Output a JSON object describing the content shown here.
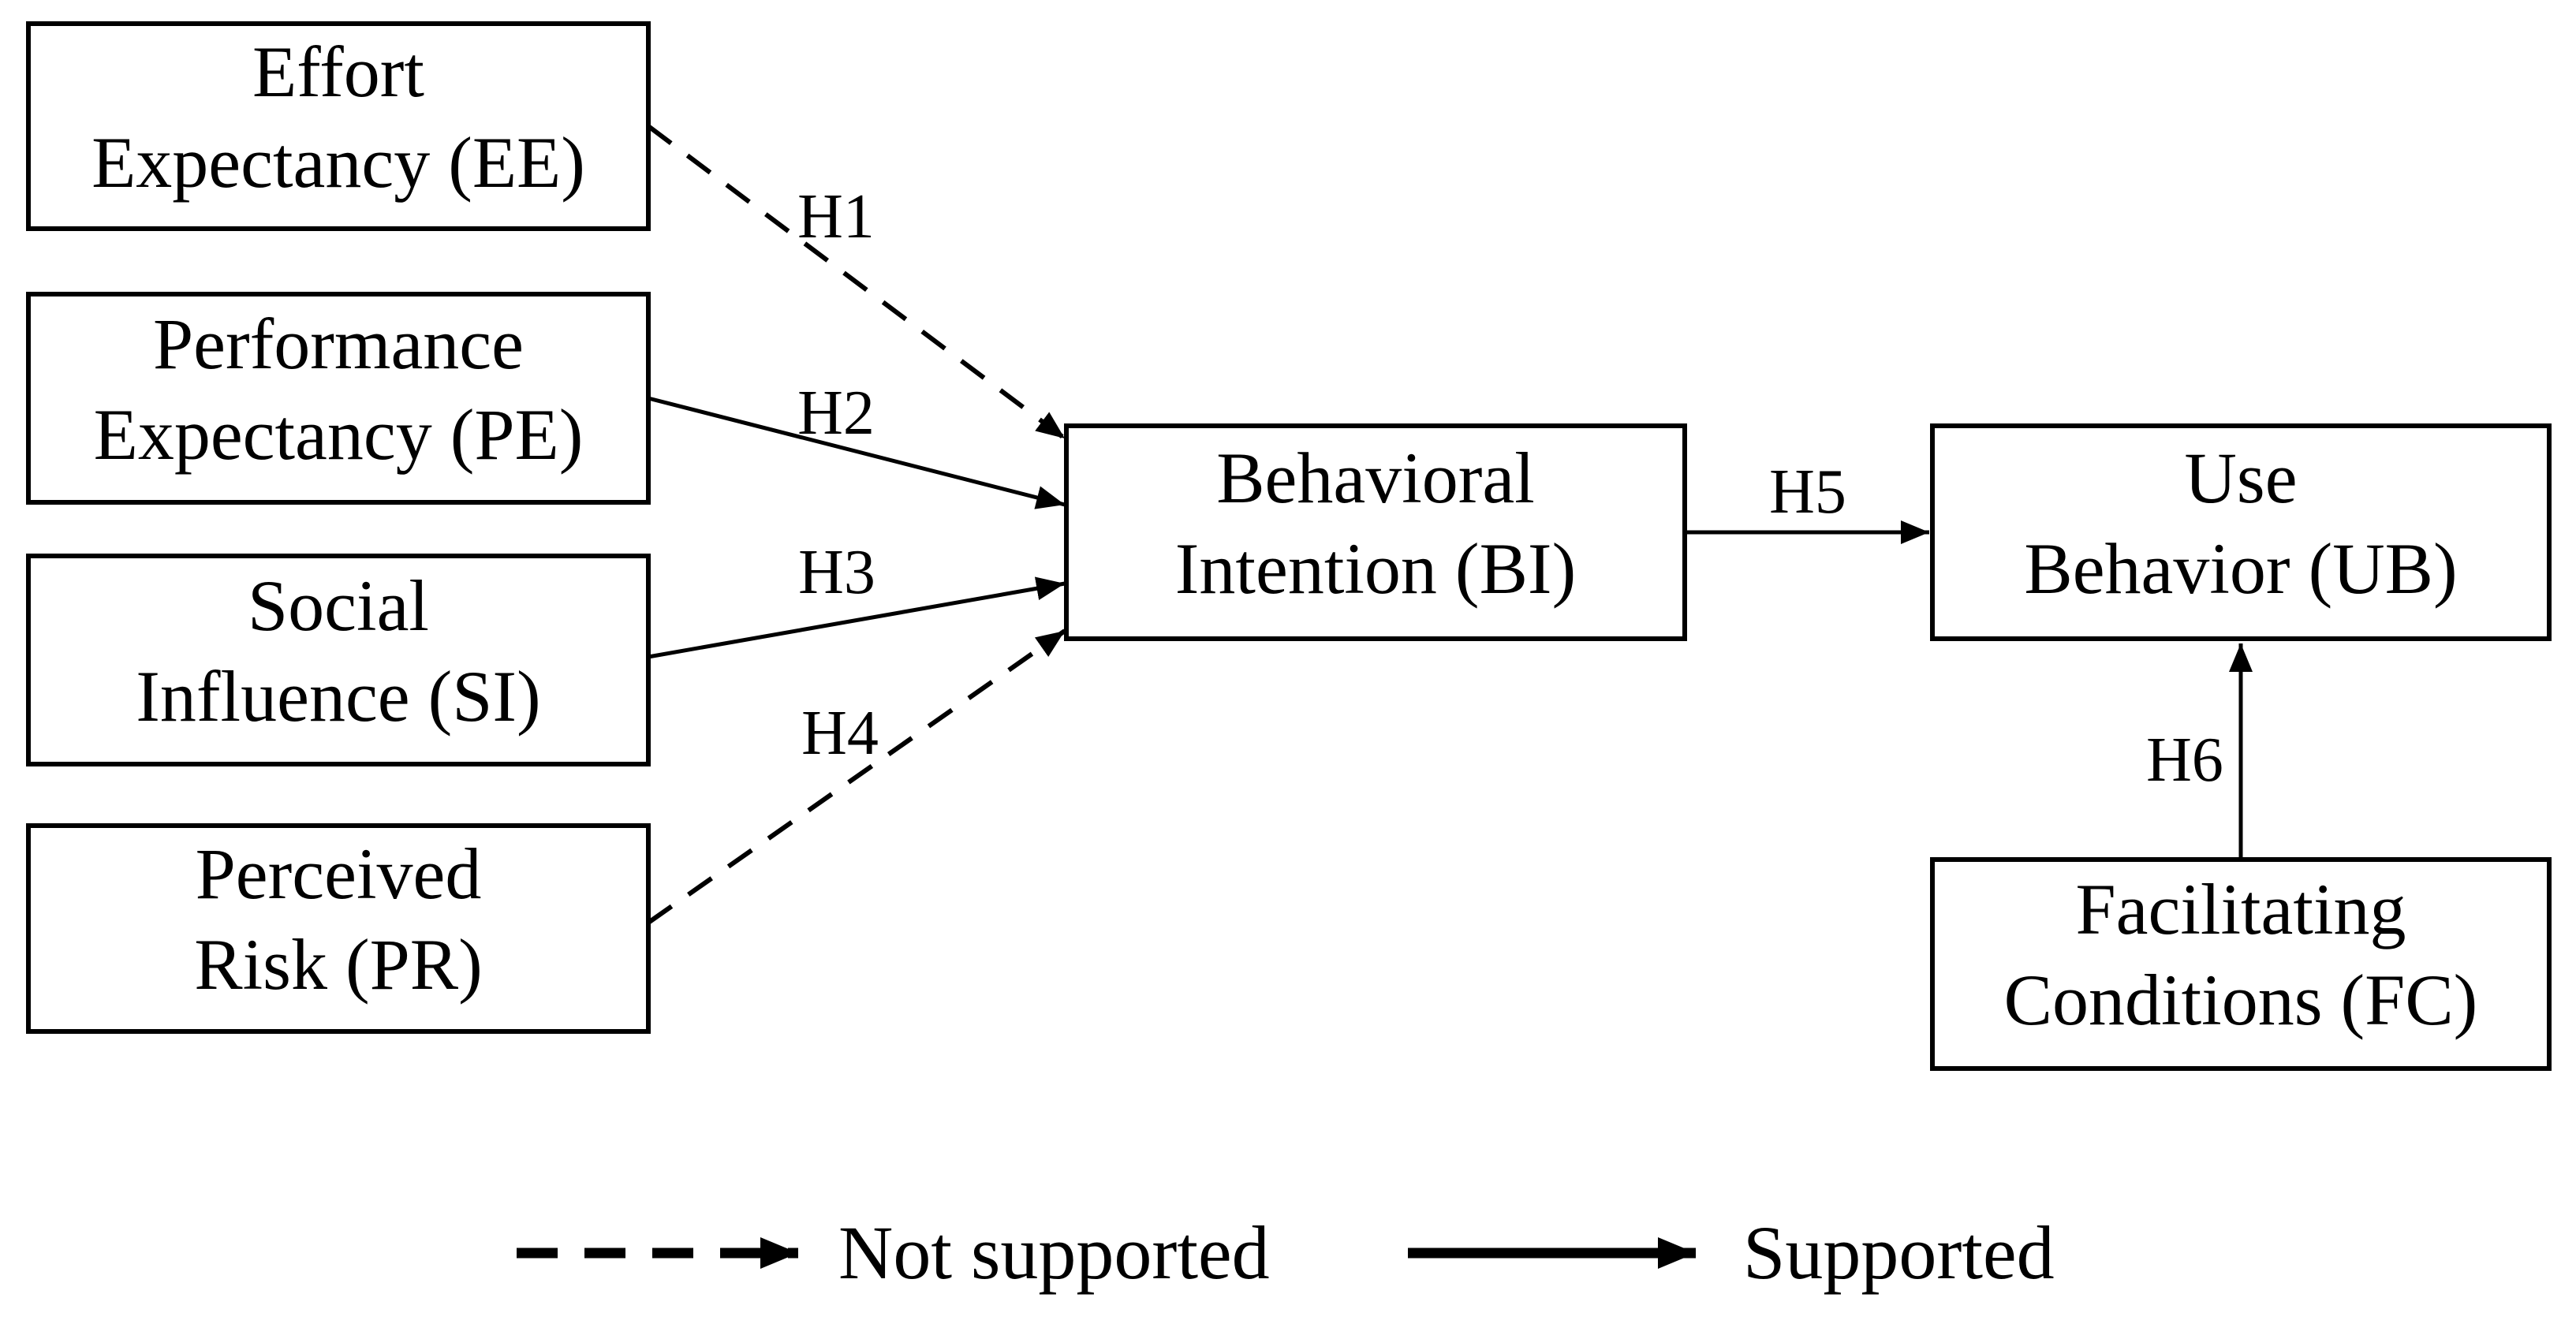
{
  "colors": {
    "ink": "#000000",
    "background": "#ffffff"
  },
  "nodes": {
    "ee": {
      "line1": "Effort",
      "line2": "Expectancy (EE)"
    },
    "pe": {
      "line1": "Performance",
      "line2": "Expectancy (PE)"
    },
    "si": {
      "line1": "Social",
      "line2": "Influence (SI)"
    },
    "pr": {
      "line1": "Perceived",
      "line2": "Risk (PR)"
    },
    "bi": {
      "line1": "Behavioral",
      "line2": "Intention (BI)"
    },
    "ub": {
      "line1": "Use",
      "line2": "Behavior (UB)"
    },
    "fc": {
      "line1": "Facilitating",
      "line2": "Conditions (FC)"
    }
  },
  "edges": [
    {
      "label": "H1",
      "from": "Effort Expectancy (EE)",
      "to": "Behavioral Intention (BI)",
      "style": "dashed"
    },
    {
      "label": "H2",
      "from": "Performance Expectancy (PE)",
      "to": "Behavioral Intention (BI)",
      "style": "solid"
    },
    {
      "label": "H3",
      "from": "Social Influence (SI)",
      "to": "Behavioral Intention (BI)",
      "style": "solid"
    },
    {
      "label": "H4",
      "from": "Perceived Risk (PR)",
      "to": "Behavioral Intention (BI)",
      "style": "dashed"
    },
    {
      "label": "H5",
      "from": "Behavioral Intention (BI)",
      "to": "Use Behavior (UB)",
      "style": "solid"
    },
    {
      "label": "H6",
      "from": "Facilitating Conditions (FC)",
      "to": "Use Behavior (UB)",
      "style": "solid"
    }
  ],
  "legend": {
    "dashed_label": "Not supported",
    "solid_label": "Supported"
  }
}
